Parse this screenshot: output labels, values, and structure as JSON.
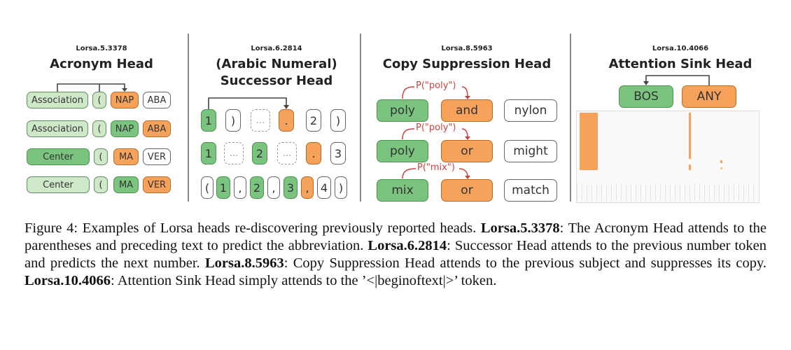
{
  "panels": [
    {
      "id": "Lorsa.5.3378",
      "title_line1": "Acronym Head",
      "rows": [
        [
          "Association",
          "(",
          "NAP",
          "ABA"
        ],
        [
          "Association",
          "(",
          "NAP",
          "ABA"
        ],
        [
          "Center",
          "(",
          "MA",
          "VER"
        ],
        [
          "Center",
          "(",
          "MA",
          "VER"
        ]
      ]
    },
    {
      "id": "Lorsa.6.2814",
      "title_line1": "(Arabic Numeral)",
      "title_line2": "Successor Head",
      "rows": [
        [
          "1",
          ")",
          "...",
          ".",
          "2",
          ")"
        ],
        [
          "1",
          "...",
          "2",
          "...",
          ".",
          "3"
        ],
        [
          "(",
          "1",
          ",",
          "2",
          ",",
          "3",
          ",",
          "4",
          ")"
        ]
      ]
    },
    {
      "id": "Lorsa.8.5963",
      "title_line1": "Copy Suppression Head",
      "arrow_labels": [
        "P(\"poly\")",
        "P(\"poly\")",
        "P(\"mix\")"
      ],
      "rows": [
        [
          "poly",
          "and",
          "nylon"
        ],
        [
          "poly",
          "or",
          "might"
        ],
        [
          "mix",
          "or",
          "match"
        ]
      ]
    },
    {
      "id": "Lorsa.10.4066",
      "title_line1": "Attention Sink Head",
      "tokens": [
        "BOS",
        "ANY"
      ]
    }
  ],
  "caption": {
    "figure_label": "Figure 4:",
    "intro": "Examples of Lorsa heads re-discovering previously reported heads.",
    "items": [
      {
        "head": "Lorsa.5.3378",
        "text": "The Acronym Head attends to the parentheses and preceding text to predict the abbreviation."
      },
      {
        "head": "Lorsa.6.2814",
        "text": "Successor Head attends to the previous number token and predicts the next number."
      },
      {
        "head": "Lorsa.8.5963",
        "text": "Copy Suppression Head attends to the previous subject and suppresses its copy."
      },
      {
        "head": "Lorsa.10.4066",
        "text": "Attention Sink Head simply attends to the ’<|beginoftext|>’ token."
      }
    ]
  },
  "colors": {
    "green": "#7bc47f",
    "light_green": "#cfe8c8",
    "orange": "#f7a25a",
    "arrow_red": "#c9443e",
    "heatmap_orange": "#f7a25a"
  }
}
